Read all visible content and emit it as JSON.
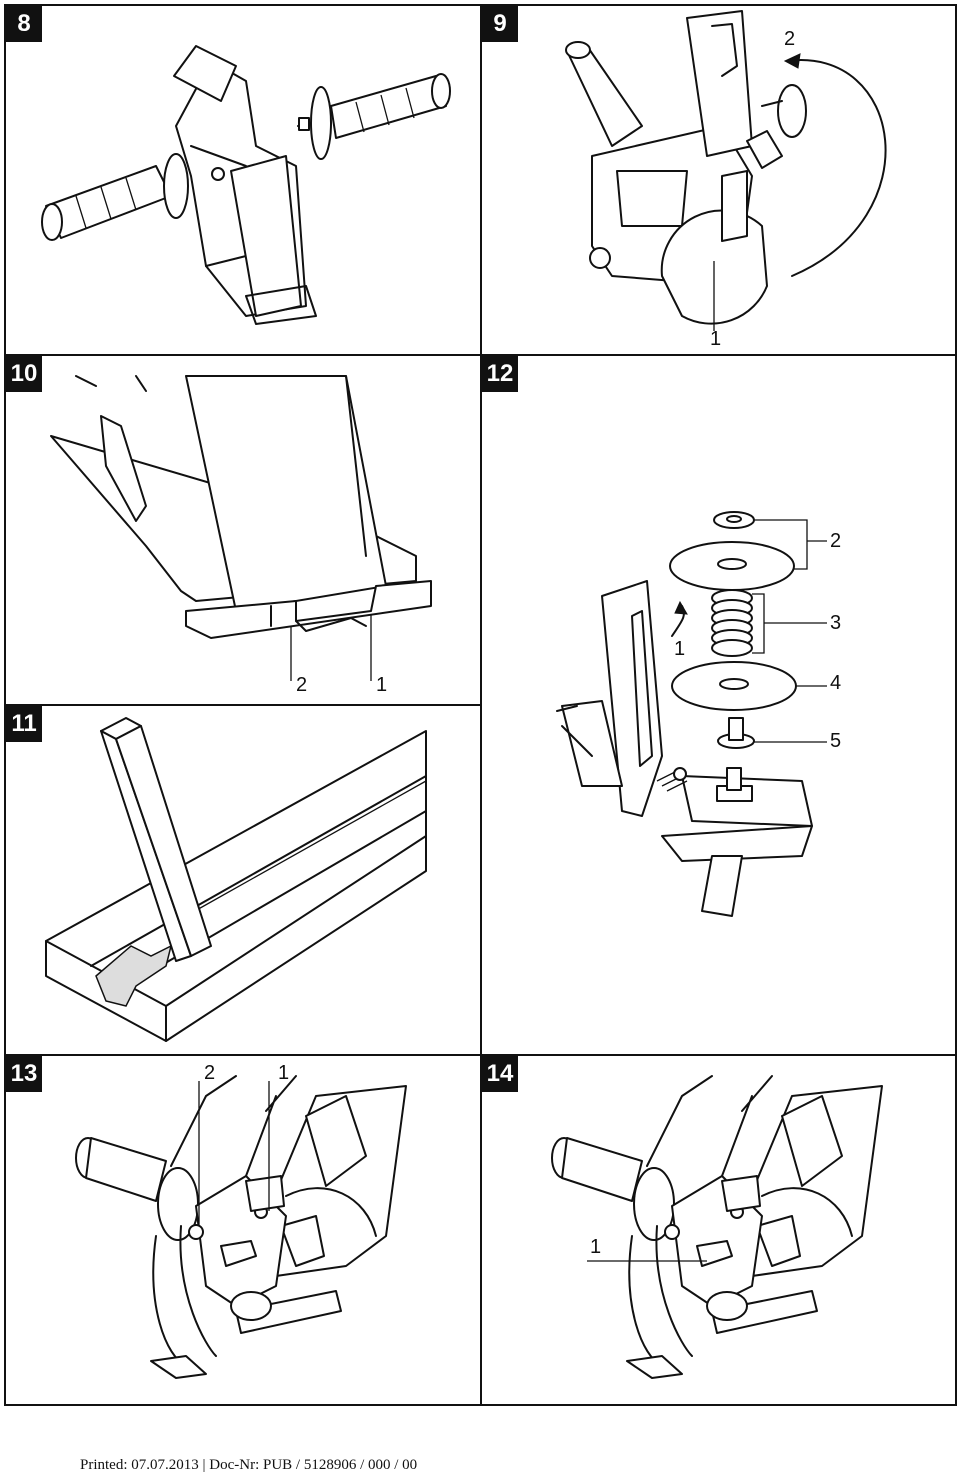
{
  "figures": [
    {
      "number": "8",
      "callouts": []
    },
    {
      "number": "9",
      "callouts": [
        "2",
        "1"
      ]
    },
    {
      "number": "10",
      "callouts": [
        "2",
        "1"
      ]
    },
    {
      "number": "12",
      "callouts": [
        "2",
        "3",
        "1",
        "4",
        "5"
      ]
    },
    {
      "number": "11",
      "callouts": []
    },
    {
      "number": "13",
      "callouts": [
        "2",
        "1"
      ]
    },
    {
      "number": "14",
      "callouts": [
        "1"
      ]
    }
  ],
  "footer": {
    "text": "Printed: 07.07.2013 | Doc-Nr: PUB / 5128906 / 000 / 00"
  }
}
